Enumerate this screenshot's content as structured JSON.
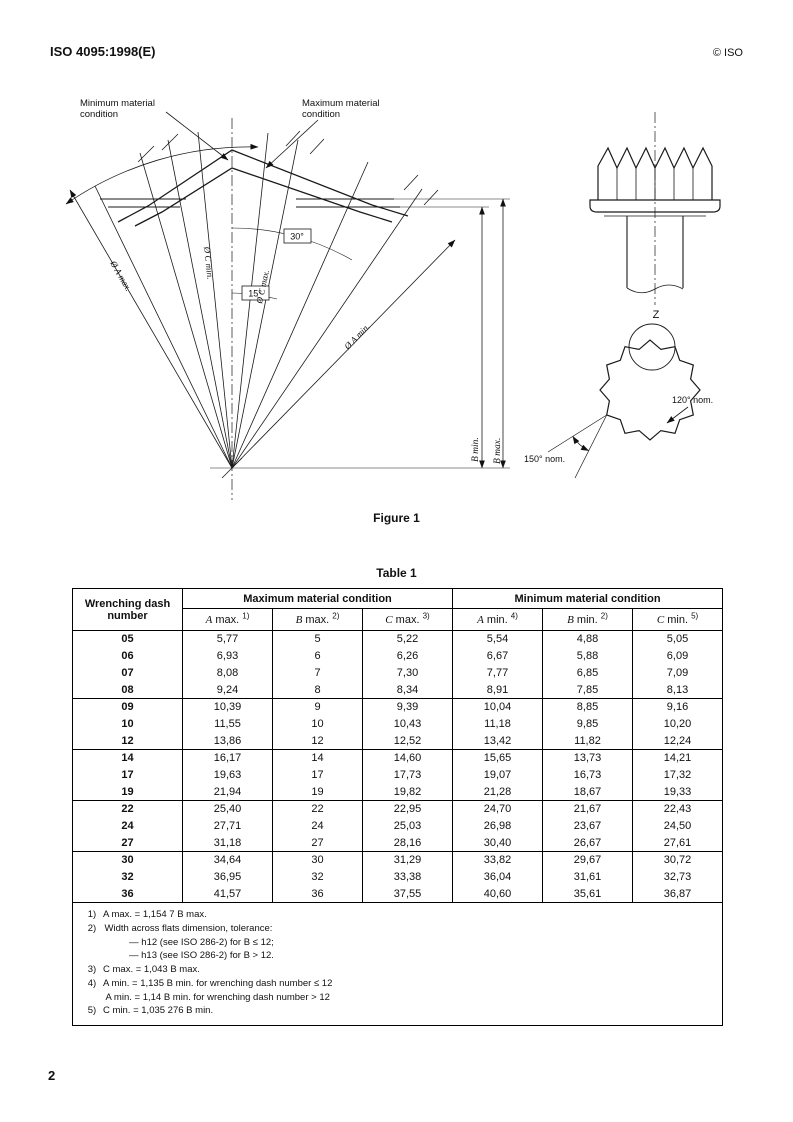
{
  "header": {
    "doc_id": "ISO 4095:1998(E)",
    "copyright": "© ISO"
  },
  "figure": {
    "caption": "Figure 1",
    "labels": {
      "min_material_l1": "Minimum material",
      "min_material_l2": "condition",
      "max_material_l1": "Maximum material",
      "max_material_l2": "condition",
      "dia_a_max": "Ø A max.",
      "dia_c_min": "Ø C min.",
      "dia_c_max": "Ø C max.",
      "dia_a_min": "Ø A min.",
      "angle_30": "30°",
      "angle_15": "15°",
      "b_min": "B min.",
      "b_max": "B max.",
      "z": "Z",
      "deg120": "120° nom.",
      "deg150": "150° nom."
    }
  },
  "table": {
    "title": "Table 1",
    "headers": {
      "wrenching": "Wrenching dash number",
      "max_group": "Maximum material condition",
      "min_group": "Minimum material condition",
      "cols": [
        {
          "v": "A",
          "w": "max.",
          "s": "1)"
        },
        {
          "v": "B",
          "w": "max.",
          "s": "2)"
        },
        {
          "v": "C",
          "w": "max.",
          "s": "3)"
        },
        {
          "v": "A",
          "w": "min.",
          "s": "4)"
        },
        {
          "v": "B",
          "w": "min.",
          "s": "2)"
        },
        {
          "v": "C",
          "w": "min.",
          "s": "5)"
        }
      ]
    },
    "rows": [
      {
        "dash": "05",
        "a_max": "5,77",
        "b_max": "5",
        "c_max": "5,22",
        "a_min": "5,54",
        "b_min": "4,88",
        "c_min": "5,05",
        "sep": false
      },
      {
        "dash": "06",
        "a_max": "6,93",
        "b_max": "6",
        "c_max": "6,26",
        "a_min": "6,67",
        "b_min": "5,88",
        "c_min": "6,09",
        "sep": false
      },
      {
        "dash": "07",
        "a_max": "8,08",
        "b_max": "7",
        "c_max": "7,30",
        "a_min": "7,77",
        "b_min": "6,85",
        "c_min": "7,09",
        "sep": false
      },
      {
        "dash": "08",
        "a_max": "9,24",
        "b_max": "8",
        "c_max": "8,34",
        "a_min": "8,91",
        "b_min": "7,85",
        "c_min": "8,13",
        "sep": false
      },
      {
        "dash": "09",
        "a_max": "10,39",
        "b_max": "9",
        "c_max": "9,39",
        "a_min": "10,04",
        "b_min": "8,85",
        "c_min": "9,16",
        "sep": true
      },
      {
        "dash": "10",
        "a_max": "11,55",
        "b_max": "10",
        "c_max": "10,43",
        "a_min": "11,18",
        "b_min": "9,85",
        "c_min": "10,20",
        "sep": false
      },
      {
        "dash": "12",
        "a_max": "13,86",
        "b_max": "12",
        "c_max": "12,52",
        "a_min": "13,42",
        "b_min": "11,82",
        "c_min": "12,24",
        "sep": false
      },
      {
        "dash": "14",
        "a_max": "16,17",
        "b_max": "14",
        "c_max": "14,60",
        "a_min": "15,65",
        "b_min": "13,73",
        "c_min": "14,21",
        "sep": true
      },
      {
        "dash": "17",
        "a_max": "19,63",
        "b_max": "17",
        "c_max": "17,73",
        "a_min": "19,07",
        "b_min": "16,73",
        "c_min": "17,32",
        "sep": false
      },
      {
        "dash": "19",
        "a_max": "21,94",
        "b_max": "19",
        "c_max": "19,82",
        "a_min": "21,28",
        "b_min": "18,67",
        "c_min": "19,33",
        "sep": false
      },
      {
        "dash": "22",
        "a_max": "25,40",
        "b_max": "22",
        "c_max": "22,95",
        "a_min": "24,70",
        "b_min": "21,67",
        "c_min": "22,43",
        "sep": true
      },
      {
        "dash": "24",
        "a_max": "27,71",
        "b_max": "24",
        "c_max": "25,03",
        "a_min": "26,98",
        "b_min": "23,67",
        "c_min": "24,50",
        "sep": false
      },
      {
        "dash": "27",
        "a_max": "31,18",
        "b_max": "27",
        "c_max": "28,16",
        "a_min": "30,40",
        "b_min": "26,67",
        "c_min": "27,61",
        "sep": false
      },
      {
        "dash": "30",
        "a_max": "34,64",
        "b_max": "30",
        "c_max": "31,29",
        "a_min": "33,82",
        "b_min": "29,67",
        "c_min": "30,72",
        "sep": true
      },
      {
        "dash": "32",
        "a_max": "36,95",
        "b_max": "32",
        "c_max": "33,38",
        "a_min": "36,04",
        "b_min": "31,61",
        "c_min": "32,73",
        "sep": false
      },
      {
        "dash": "36",
        "a_max": "41,57",
        "b_max": "36",
        "c_max": "37,55",
        "a_min": "40,60",
        "b_min": "35,61",
        "c_min": "36,87",
        "sep": false
      }
    ],
    "footnotes": [
      {
        "num": "1)",
        "lines": [
          {
            "text": "A max. = 1,154 7 B max.",
            "indent": 0
          }
        ]
      },
      {
        "num": "2)",
        "lines": [
          {
            "text": "Width across flats dimension, tolerance:",
            "indent": 0
          },
          {
            "text": "— h12 (see ISO 286-2) for B ≤ 12;",
            "indent": 1
          },
          {
            "text": "— h13 (see ISO 286-2) for B > 12.",
            "indent": 1
          }
        ]
      },
      {
        "num": "3)",
        "lines": [
          {
            "text": "C max. = 1,043 B max.",
            "indent": 0
          }
        ]
      },
      {
        "num": "4)",
        "lines": [
          {
            "text": "A min. =  1,135 B min. for wrenching dash number  ≤ 12",
            "indent": 0
          },
          {
            "text": "A min. =  1,14 B min. for wrenching dash number  > 12",
            "indent": 0
          }
        ]
      },
      {
        "num": "5)",
        "lines": [
          {
            "text": "C min. = 1,035 276 B min.",
            "indent": 0
          }
        ]
      }
    ]
  },
  "footer": {
    "page_number": "2"
  }
}
